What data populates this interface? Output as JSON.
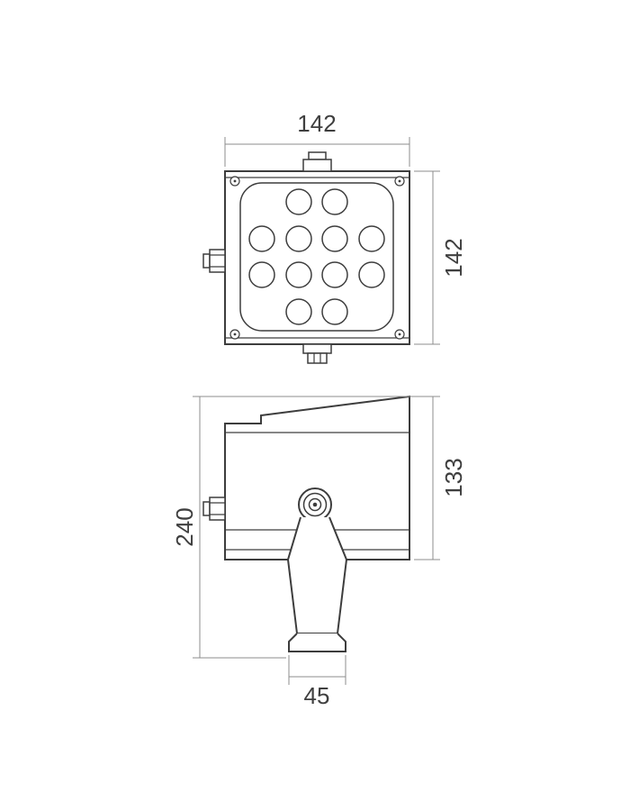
{
  "diagram": {
    "type": "technical-drawing",
    "led_count": 12,
    "dimensions": {
      "front_width": "142",
      "front_height": "142",
      "body_height": "133",
      "overall_height": "240",
      "base_width": "45"
    },
    "colors": {
      "line": "#3d3d3d",
      "dimension_line": "#8c8c8c",
      "text": "#3f3f3f",
      "background": "#ffffff"
    }
  }
}
